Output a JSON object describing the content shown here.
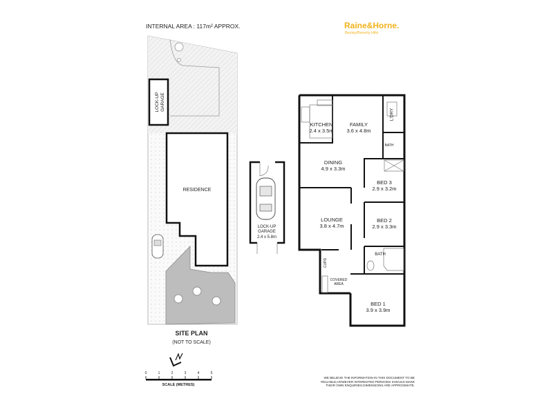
{
  "header": {
    "internal_area": "INTERNAL AREA : 117m² APPROX.",
    "brand_name": "Raine&Horne.",
    "brand_office": "Bexley/Beverly Hills",
    "brand_color": "#f2b21b"
  },
  "site_plan": {
    "title": "SITE PLAN",
    "subtitle": "(NOT TO SCALE)",
    "lockup_garage": "LOCK-UP GARAGE",
    "residence": "RESIDENCE"
  },
  "garage": {
    "name": "LOCK-UP GARAGE",
    "size": "2.4 x 5.8m"
  },
  "rooms": [
    {
      "name": "KITCHEN",
      "size": "2.4 x 3.5m"
    },
    {
      "name": "FAMILY",
      "size": "3.6 x 4.8m"
    },
    {
      "name": "DINING",
      "size": "4.9 x 3.3m"
    },
    {
      "name": "BED 3",
      "size": "2.9 x 3.2m"
    },
    {
      "name": "LOUNGE",
      "size": "3.8 x 4.7m"
    },
    {
      "name": "BED 2",
      "size": "2.9 x 3.3m"
    },
    {
      "name": "BED 1",
      "size": "3.9 x 3.9m"
    },
    {
      "name": "L'DRY"
    },
    {
      "name": "BATH"
    },
    {
      "name": "BATH"
    },
    {
      "name": "CUPD"
    },
    {
      "name": "COVERED AREA"
    }
  ],
  "scale": {
    "ticks": [
      "0",
      "1",
      "2",
      "3",
      "4",
      "5"
    ],
    "label": "SCALE (METRES)"
  },
  "disclaimer": [
    "WE BELIEVE THE INFORMATION IN THIS DOCUMENT TO BE",
    "RELIABLE,HOWEVER INTERESTED PERSONS SHOULD MAKE",
    "THEIR OWN ENQUIRIES.DIMENSIONS ARE APPROXIMATE."
  ]
}
